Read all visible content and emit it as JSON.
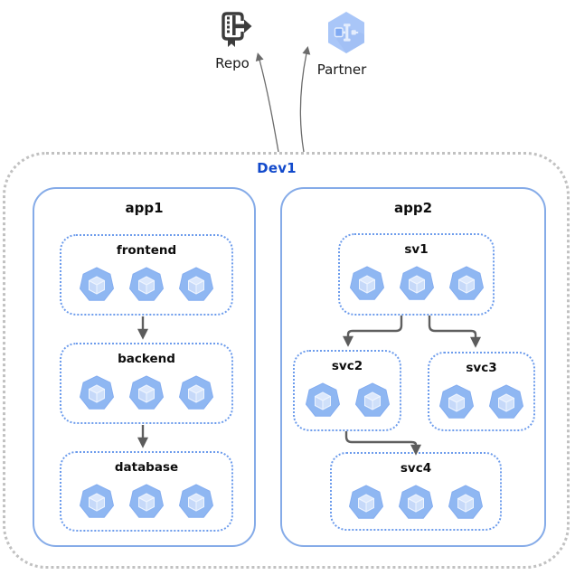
{
  "external_nodes": {
    "repo": {
      "label": "Repo",
      "icon": "repo-book-export-icon"
    },
    "partner": {
      "label": "Partner",
      "icon": "partner-interconnect-hexagon-icon"
    }
  },
  "boundary": {
    "label": "Dev1"
  },
  "apps": {
    "app1": {
      "label": "app1",
      "services": {
        "frontend": {
          "label": "frontend",
          "pod_count": 3
        },
        "backend": {
          "label": "backend",
          "pod_count": 3
        },
        "database": {
          "label": "database",
          "pod_count": 3
        }
      }
    },
    "app2": {
      "label": "app2",
      "services": {
        "sv1": {
          "label": "sv1",
          "pod_count": 3
        },
        "svc2": {
          "label": "svc2",
          "pod_count": 2
        },
        "svc3": {
          "label": "svc3",
          "pod_count": 2
        },
        "svc4": {
          "label": "svc4",
          "pod_count": 3
        }
      }
    }
  },
  "edges": [
    {
      "from": "frontend",
      "to": "backend"
    },
    {
      "from": "backend",
      "to": "database"
    },
    {
      "from": "sv1",
      "to": "svc2"
    },
    {
      "from": "sv1",
      "to": "svc3"
    },
    {
      "from": "svc2",
      "to": "svc4"
    },
    {
      "from": "dev1-boundary",
      "to": "repo"
    },
    {
      "from": "dev1-boundary",
      "to": "partner"
    }
  ],
  "icons": {
    "pod": "kubernetes-pod-icon"
  },
  "colors": {
    "boundary_border": "#c1c1c1",
    "app_border": "#85abe8",
    "service_border": "#6d9cec",
    "pod_fill": "#8fb7f2",
    "pod_cube_light": "#d9e6fc",
    "arrow": "#5f5f5f",
    "dev1_label_text": "#1149cb",
    "partner_hexagon": "#a9c6f8",
    "repo_icon": "#3c3c3c",
    "label_text": "#0d0d0d"
  }
}
